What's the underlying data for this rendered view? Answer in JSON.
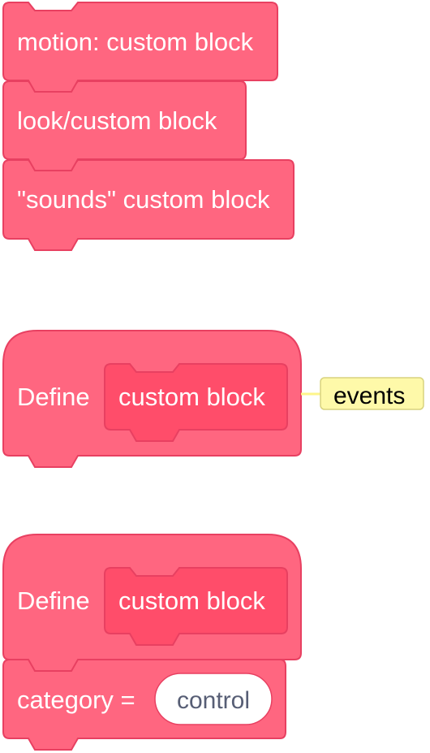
{
  "colors": {
    "block_fill": "#ff6680",
    "block_stroke": "#e84061",
    "inner_fill": "#ff4d6a",
    "note_fill": "#fef9a9",
    "note_stroke": "#d8d37f",
    "field_fill": "#ffffff",
    "field_text": "#575e75"
  },
  "stack1": {
    "block1_label": "motion: custom block",
    "block2_label": "look/custom block",
    "block3_label": "\"sounds\" custom block"
  },
  "define1": {
    "define_label": "Define",
    "prototype_label": "custom block",
    "comment_text": "events"
  },
  "define2": {
    "define_label": "Define",
    "prototype_label": "custom block",
    "category_label": "category =",
    "category_value": "control"
  }
}
